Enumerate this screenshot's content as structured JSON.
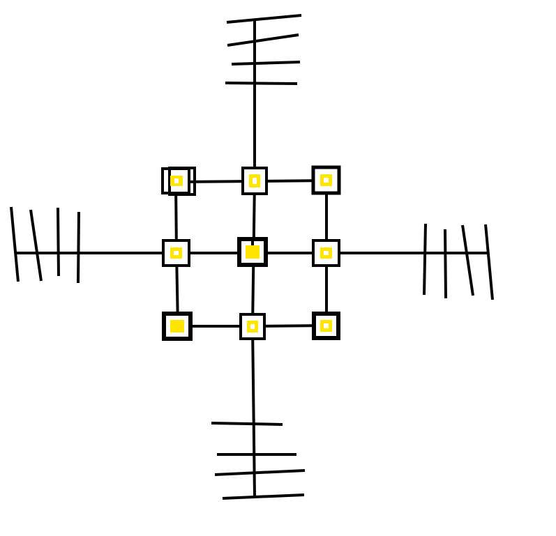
{
  "colors": {
    "background": "#ffffff",
    "stroke": "#000000",
    "node_fill": "#ffffff",
    "node_inner": "#ffe600"
  },
  "diagram": {
    "nodes": [
      {
        "id": "top-left",
        "style": "double-outline"
      },
      {
        "id": "top-center",
        "style": "hollow-core"
      },
      {
        "id": "top-right",
        "style": "hollow-core"
      },
      {
        "id": "middle-left",
        "style": "hollow-core"
      },
      {
        "id": "center",
        "style": "solid-core"
      },
      {
        "id": "middle-right",
        "style": "hollow-core"
      },
      {
        "id": "bottom-left",
        "style": "solid-core"
      },
      {
        "id": "bottom-center",
        "style": "hollow-core"
      },
      {
        "id": "bottom-right",
        "style": "hollow-core"
      }
    ],
    "arms": [
      {
        "id": "north",
        "tick_count": 4
      },
      {
        "id": "west",
        "tick_count": 4
      },
      {
        "id": "east",
        "tick_count": 4
      },
      {
        "id": "south",
        "tick_count": 4
      }
    ]
  }
}
